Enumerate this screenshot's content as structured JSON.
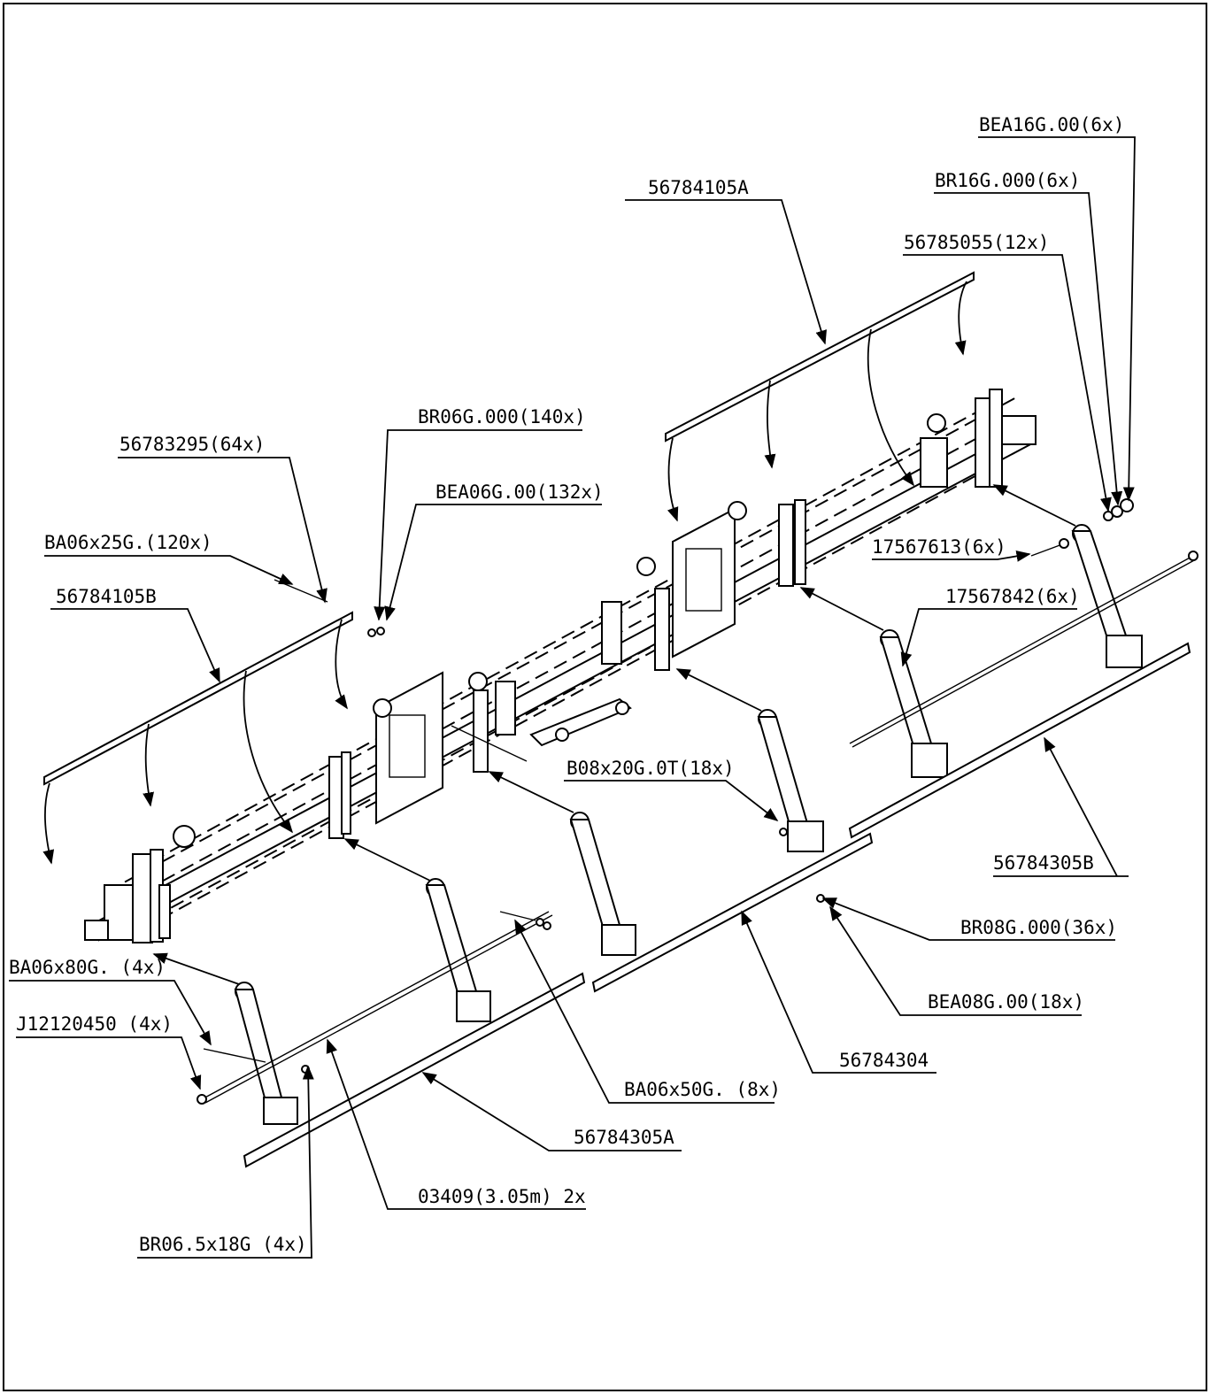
{
  "callouts": {
    "bea16g": "BEA16G.00(6x)",
    "br16g": "BR16G.000(6x)",
    "p56784105a": "56784105A",
    "p56785055": "56785055(12x)",
    "br06g": "BR06G.000(140x)",
    "p56783295": "56783295(64x)",
    "bea06g": "BEA06G.00(132x)",
    "ba06x25g": "BA06x25G.(120x)",
    "p17567613": "17567613(6x)",
    "p56784105b": "56784105B",
    "p17567842": "17567842(6x)",
    "b08x20g": "B08x20G.0T(18x)",
    "p56784305b": "56784305B",
    "br08g": "BR08G.000(36x)",
    "ba06x80g": "BA06x80G. (4x)",
    "bea08g": "BEA08G.00(18x)",
    "j12120450": "J12120450 (4x)",
    "p56784304": "56784304",
    "ba06x50g": "BA06x50G. (8x)",
    "p56784305a": "56784305A",
    "p03409": "03409(3.05m) 2x",
    "br06_5x18g": "BR06.5x18G (4x)"
  }
}
